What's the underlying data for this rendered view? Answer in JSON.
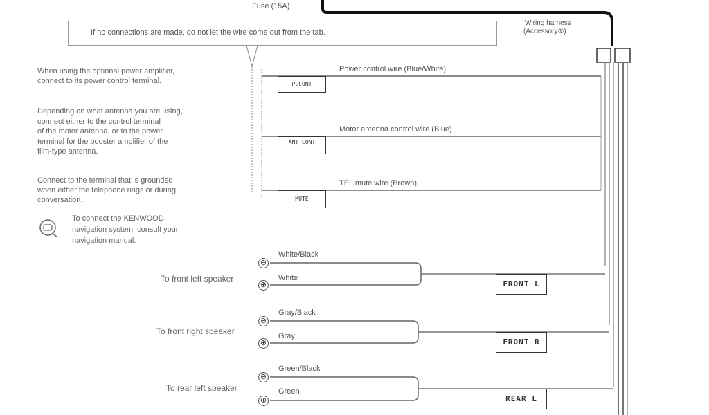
{
  "fuse_label": "Fuse (15A)",
  "callout_text": "If no connections are made, do not let the wire come out from the tab.",
  "harness_label": [
    "Wiring harness",
    "(Accessory①)"
  ],
  "notes": {
    "power_amp": [
      "When using the optional power amplifier,",
      "connect to its power control terminal."
    ],
    "antenna": [
      "Depending on what antenna you are using,",
      "connect either to the control terminal",
      "of the motor antenna, or to the power",
      "terminal for the booster amplifier of the",
      "film-type antenna."
    ],
    "tel_mute": [
      "Connect to the terminal that is grounded",
      "when either the telephone rings or during",
      "conversation."
    ],
    "navigation": [
      "To connect the KENWOOD",
      "navigation system, consult your",
      "navigation manual."
    ]
  },
  "control_wires": [
    {
      "label": "Power control wire (Blue/White)",
      "terminal": "P.CONT"
    },
    {
      "label": "Motor antenna control wire (Blue)",
      "terminal": "ANT CONT"
    },
    {
      "label": "TEL mute wire (Brown)",
      "terminal": "MUTE"
    }
  ],
  "speakers": [
    {
      "label": "To front left speaker",
      "neg_wire": "White/Black",
      "pos_wire": "White",
      "connector": "FRONT L"
    },
    {
      "label": "To front right speaker",
      "neg_wire": "Gray/Black",
      "pos_wire": "Gray",
      "connector": "FRONT R"
    },
    {
      "label": "To rear left speaker",
      "neg_wire": "Green/Black",
      "pos_wire": "Green",
      "connector": "REAR L"
    }
  ],
  "polarity": {
    "negative": "⊖",
    "positive": "⊕"
  }
}
